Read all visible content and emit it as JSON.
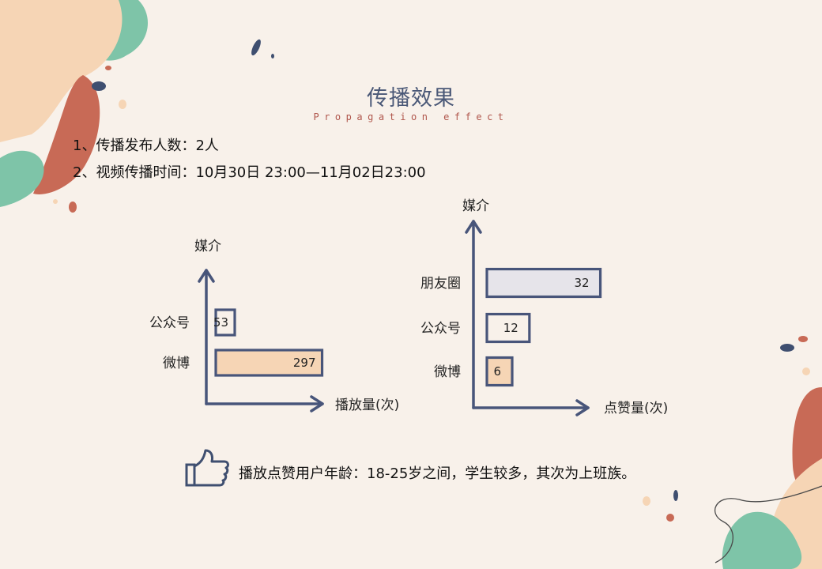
{
  "slide": {
    "title": "传播效果",
    "subtitle": "Propagation effect",
    "lines": [
      "1、传播发布人数：2人",
      "2、视频传播时间：10月30日 23:00—11月02日23:00"
    ],
    "note": "播放点赞用户年龄：18-25岁之间，学生较多，其次为上班族。",
    "colors": {
      "background": "#f8f1ea",
      "axis": "#48557a",
      "peach": "#f6d5b5",
      "lavender": "#e6e4ea",
      "coral": "#c86a56",
      "mint": "#7ec4a8",
      "navy": "#3f4f70"
    },
    "icons": [
      "thumbs-up-icon"
    ]
  },
  "chart_data": [
    {
      "type": "bar",
      "orientation": "horizontal",
      "categories": [
        "公众号",
        "微博"
      ],
      "values": [
        53,
        297
      ],
      "xlabel": "播放量(次)",
      "ylabel": "媒介",
      "xlim": [
        0,
        340
      ],
      "grid": false
    },
    {
      "type": "bar",
      "orientation": "horizontal",
      "categories": [
        "朋友圈",
        "公众号",
        "微博"
      ],
      "values": [
        32,
        12,
        6
      ],
      "xlabel": "点赞量(次)",
      "ylabel": "媒介",
      "xlim": [
        0,
        37
      ],
      "grid": false
    }
  ]
}
